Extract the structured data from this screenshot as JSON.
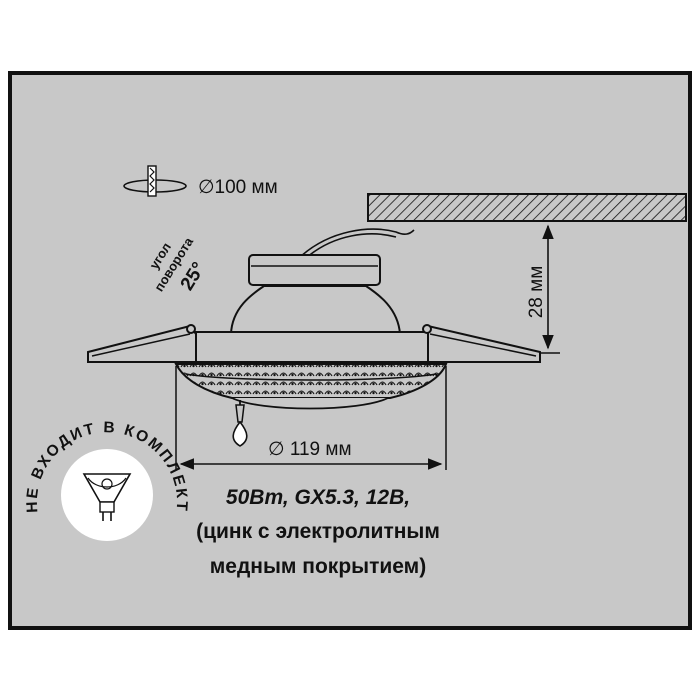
{
  "diagram": {
    "colors": {
      "background": "#c8c8c8",
      "line": "#111111",
      "paper": "#ffffff"
    },
    "cutout_label": "∅100 мм",
    "outer_label": "∅ 119 мм",
    "depth_label": "28 мм",
    "angle_label": {
      "line1": "угол",
      "line2": "поворота",
      "value": "25°"
    },
    "bulb_note": "НЕ ВХОДИТ В КОМПЛЕКТ",
    "specs": {
      "line1": "50Вт, GX5.3, 12В,",
      "line2": "(цинк с электролитным",
      "line3": "медным покрытием)"
    }
  }
}
